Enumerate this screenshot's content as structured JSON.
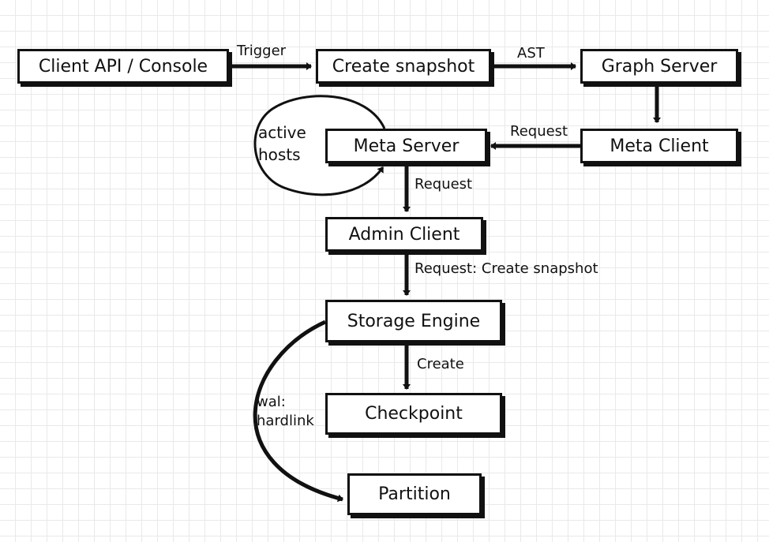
{
  "nodes": {
    "client_api": "Client API / Console",
    "create_snapshot": "Create snapshot",
    "graph_server": "Graph Server",
    "meta_server": "Meta Server",
    "meta_client": "Meta Client",
    "admin_client": "Admin Client",
    "storage_engine": "Storage Engine",
    "checkpoint": "Checkpoint",
    "partition": "Partition"
  },
  "edges": {
    "trigger": "Trigger",
    "ast": "AST",
    "request_meta": "Request",
    "request_admin": "Request",
    "request_create_snapshot": "Request: Create snapshot",
    "create": "Create",
    "wal_line1": "wal:",
    "wal_line2": "hardlink"
  },
  "loop": {
    "line1": "active",
    "line2": "hosts"
  }
}
